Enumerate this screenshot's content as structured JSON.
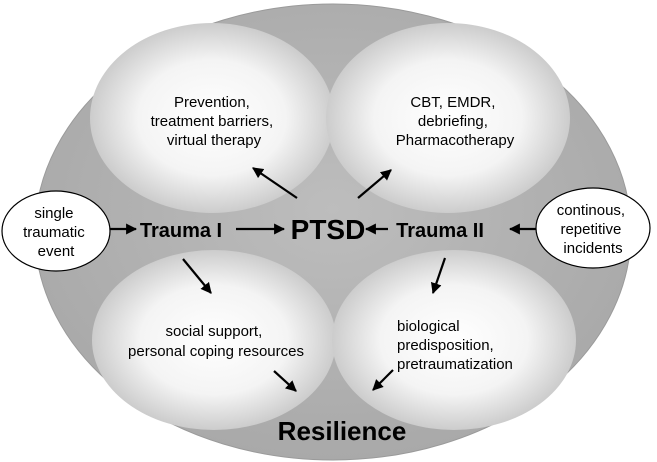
{
  "diagram": {
    "center": "PTSD",
    "left_node": "Trauma I",
    "right_node": "Trauma II",
    "bottom_label": "Resilience",
    "left_input": [
      "single",
      "traumatic",
      "event"
    ],
    "right_input": [
      "continous,",
      "repetitive",
      "incidents"
    ],
    "top_left": [
      "Prevention,",
      "treatment barriers,",
      "virtual therapy"
    ],
    "top_right": [
      "CBT, EMDR,",
      "debriefing,",
      "Pharmacotherapy"
    ],
    "bottom_left": [
      "social support,",
      "personal coping resources"
    ],
    "bottom_right": [
      "biological",
      "predisposition,",
      "pretraumatization"
    ]
  }
}
